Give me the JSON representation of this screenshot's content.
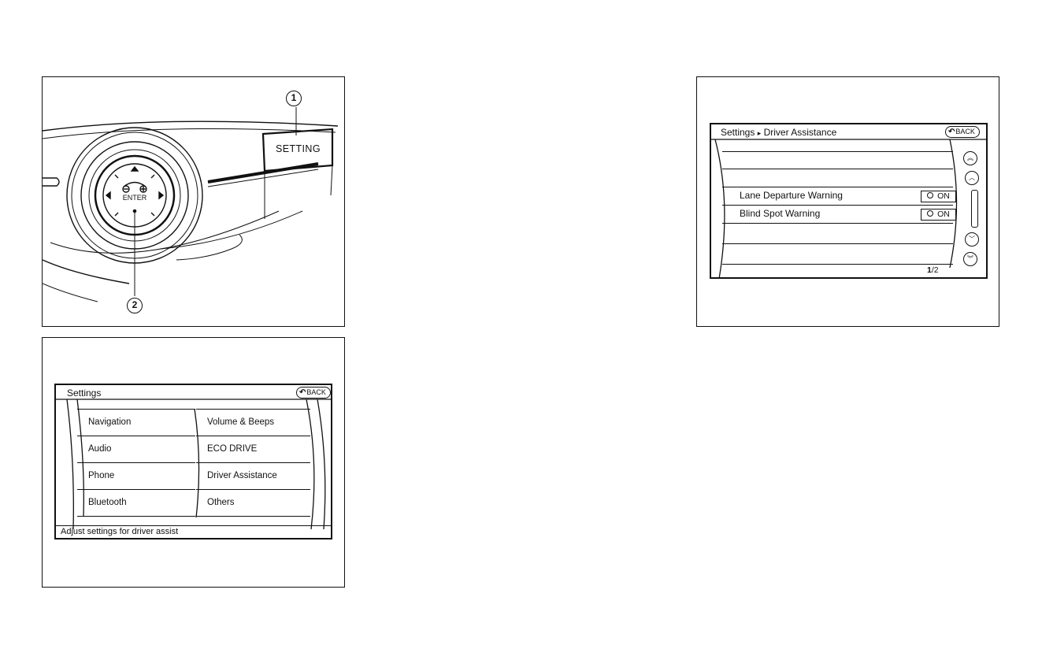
{
  "controls": {
    "setting_button_label": "SETTING",
    "enter_label": "ENTER",
    "callout_1": "1",
    "callout_2": "2"
  },
  "settings_screen": {
    "title": "Settings",
    "back_label": "BACK",
    "left_items": [
      "Navigation",
      "Audio",
      "Phone",
      "Bluetooth"
    ],
    "right_items": [
      "Volume & Beeps",
      "ECO DRIVE",
      "Driver Assistance",
      "Others"
    ],
    "status_text": "Adjust settings for driver assist"
  },
  "driver_screen": {
    "breadcrumb_root": "Settings",
    "breadcrumb_separator": "▸",
    "breadcrumb_current": "Driver Assistance",
    "back_label": "BACK",
    "rows": [
      {
        "label": "",
        "toggle": ""
      },
      {
        "label": "",
        "toggle": ""
      },
      {
        "label": "Lane Departure Warning",
        "toggle": "ON"
      },
      {
        "label": "Blind Spot Warning",
        "toggle": "ON"
      },
      {
        "label": "",
        "toggle": ""
      },
      {
        "label": "",
        "toggle": ""
      }
    ],
    "page_current": "1",
    "page_total": "/2"
  },
  "icons": {
    "back": "back-arrow-icon",
    "page_up": "double-chevron-up-icon",
    "line_up": "chevron-up-icon",
    "line_down": "chevron-down-icon",
    "page_down": "double-chevron-down-icon",
    "toggle_indicator": "circle-indicator-icon"
  }
}
